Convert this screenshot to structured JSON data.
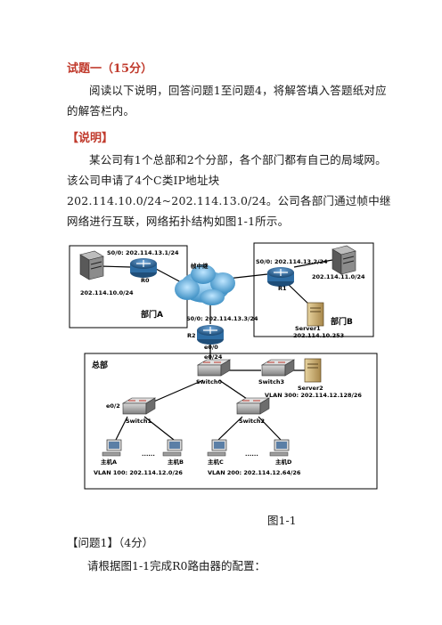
{
  "heading": "试题一（15分）",
  "intro": "阅读以下说明，回答问题1至问题4，将解答填入答题纸对应的解答栏内。",
  "section_title": "【说明】",
  "description": "某公司有1个总部和2个分部，各个部门都有自己的局域网。该公司申请了4个C类IP地址块202.114.10.0/24~202.114.13.0/24。公司各部门通过帧中继网络进行互联，网络拓扑结构如图1-1所示。",
  "figure": {
    "caption": "图1-1",
    "frame_relay": "帧中继",
    "dept_a": "部门A",
    "dept_b": "部门B",
    "hq": "总部",
    "r0": "R0",
    "r0_if": "S0/0: 202.114.13.1/24",
    "r0_net": "202.114.10.0/24",
    "r1": "R1",
    "r1_if": "S0/0: 202.114.13.2/24",
    "r1_net": "202.114.11.0/24",
    "server1": "Server1",
    "server1_ip": "202.114.10.253",
    "r2": "R2",
    "r2_if": "S0/0: 202.114.13.3/24",
    "r2_e00": "e0/0",
    "sw0_e024": "e0/24",
    "switch0": "Switch0",
    "switch3": "Switch3",
    "server2": "Server2",
    "vlan300": "VLAN 300: 202.114.12.128/26",
    "switch1": "Switch1",
    "switch2": "Switch2",
    "sw1_e02": "e0/2",
    "host_a": "主机A",
    "host_b": "主机B",
    "host_c": "主机C",
    "host_d": "主机D",
    "dots": "......",
    "vlan100": "VLAN 100: 202.114.12.0/26",
    "vlan200": "VLAN 200: 202.114.12.64/26"
  },
  "question1_label": "【问题1】",
  "question1_points": "（4分）",
  "question1_text": "请根据图1-1完成R0路由器的配置："
}
